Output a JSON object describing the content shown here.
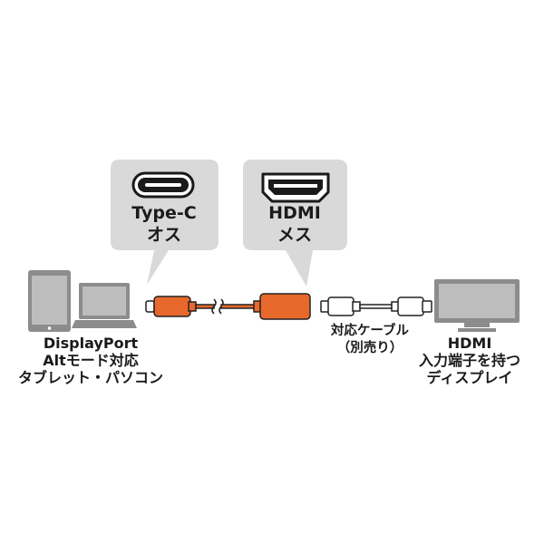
{
  "colors": {
    "callout_bg": "#d9d9d9",
    "device_gray": "#8c8c8c",
    "screen_light": "#bdbdbd",
    "cable_orange": "#e8682c",
    "cable_white": "#ffffff",
    "cable_outline": "#222222",
    "text": "#1a1a1a"
  },
  "callouts": {
    "usb_c": {
      "icon": "usb-type-c-port-icon",
      "lines": [
        "Type-C",
        "オス"
      ]
    },
    "hdmi": {
      "icon": "hdmi-port-icon",
      "lines": [
        "HDMI",
        "メス"
      ]
    }
  },
  "source": {
    "icons": [
      "tablet-icon",
      "laptop-icon"
    ],
    "lines": [
      "DisplayPort",
      "Altモード対応",
      "タブレット・パソコン"
    ]
  },
  "adapter": {
    "icon": "adapter-cable-icon"
  },
  "cable": {
    "icon": "hdmi-cable-icon",
    "lines": [
      "対応ケーブル",
      "（別売り）"
    ]
  },
  "display": {
    "icon": "monitor-icon",
    "lines": [
      "HDMI",
      "入力端子を持つ",
      "ディスプレイ"
    ]
  }
}
